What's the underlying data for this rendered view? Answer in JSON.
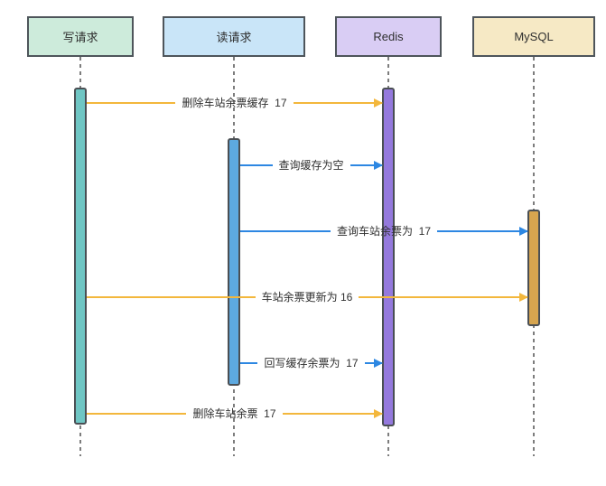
{
  "diagram": {
    "type": "sequence",
    "actors": [
      {
        "label": "写请求",
        "fill": "#cdebdb",
        "bar_fill": "#6fc6c4"
      },
      {
        "label": "读请求",
        "fill": "#c9e5f8",
        "bar_fill": "#5da9e0"
      },
      {
        "label": "Redis",
        "fill": "#d9cdf4",
        "bar_fill": "#9479dd"
      },
      {
        "label": "MySQL",
        "fill": "#f6e9c5",
        "bar_fill": "#d7a54f"
      }
    ],
    "messages": [
      {
        "from": "写请求",
        "to": "Redis",
        "label": "删除车站余票缓存  17",
        "color": "#f3b73c"
      },
      {
        "from": "读请求",
        "to": "Redis",
        "label": "查询缓存为空",
        "color": "#2d87e2"
      },
      {
        "from": "读请求",
        "to": "MySQL",
        "label": "查询车站余票为  17",
        "color": "#2d87e2"
      },
      {
        "from": "写请求",
        "to": "MySQL",
        "label": "车站余票更新为 16",
        "color": "#f3b73c"
      },
      {
        "from": "读请求",
        "to": "Redis",
        "label": "回写缓存余票为  17",
        "color": "#2d87e2"
      },
      {
        "from": "写请求",
        "to": "Redis",
        "label": "删除车站余票  17",
        "color": "#f3b73c"
      }
    ],
    "colors": {
      "write_arrow": "#f3b73c",
      "read_arrow": "#2d87e2",
      "lifeline": "#7d7d7d",
      "box_border": "#4e555b",
      "bar_border": "#4a4f54",
      "text": "#2f2f2f"
    }
  }
}
